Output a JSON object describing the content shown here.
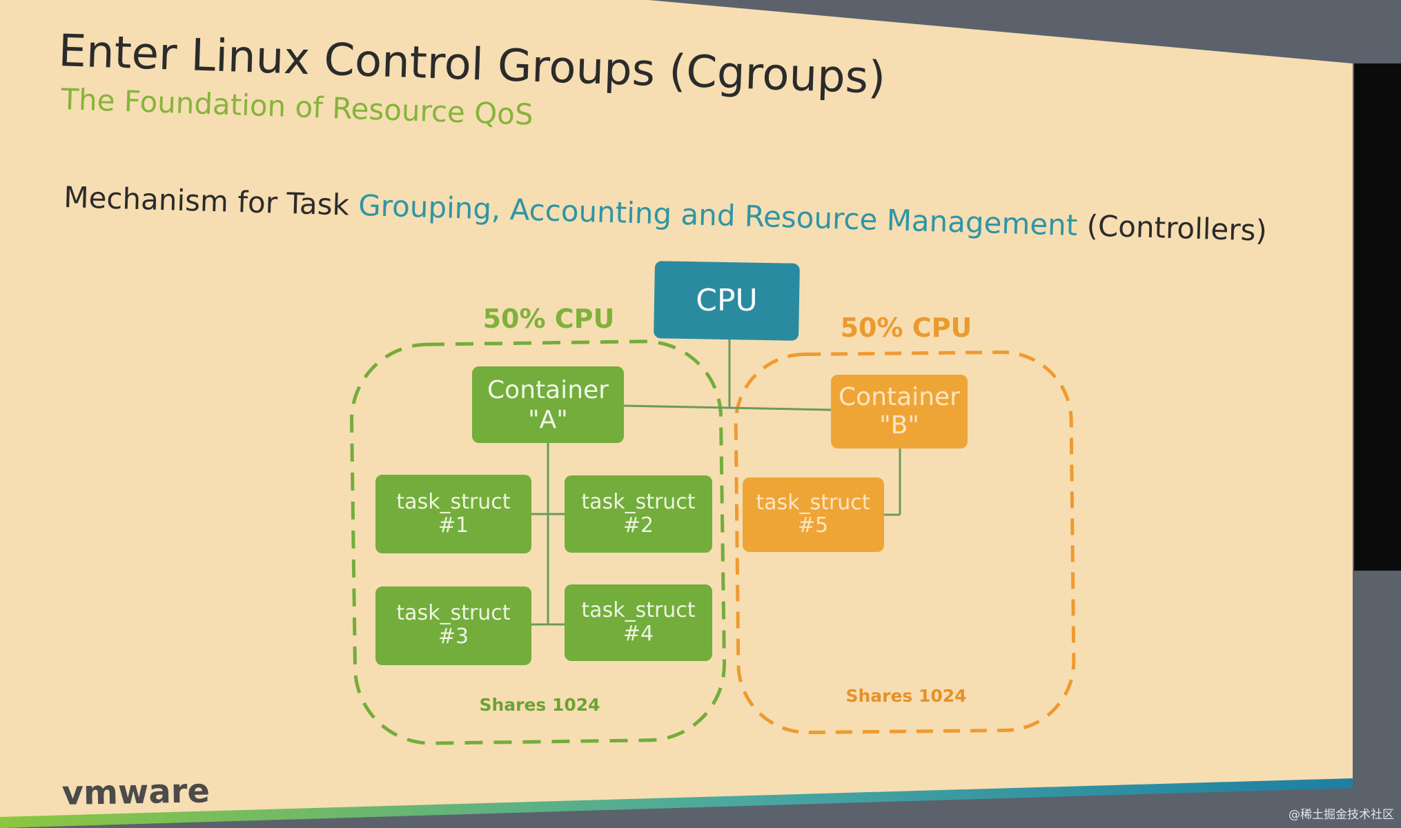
{
  "slide": {
    "title": "Enter Linux Control Groups (Cgroups)",
    "subtitle": "The Foundation of Resource QoS",
    "mechanism": {
      "prefix": "Mechanism for Task ",
      "highlight": "Grouping, Accounting and Resource Management",
      "suffix": " (Controllers)"
    },
    "logo": "vmware"
  },
  "diagram": {
    "cpu_label": "CPU",
    "group_a": {
      "cpu_share": "50% CPU",
      "container_line1": "Container",
      "container_line2": "\"A\"",
      "shares": "Shares 1024",
      "tasks": [
        {
          "line1": "task_struct",
          "line2": "#1"
        },
        {
          "line1": "task_struct",
          "line2": "#2"
        },
        {
          "line1": "task_struct",
          "line2": "#3"
        },
        {
          "line1": "task_struct",
          "line2": "#4"
        }
      ]
    },
    "group_b": {
      "cpu_share": "50% CPU",
      "container_line1": "Container",
      "container_line2": "\"B\"",
      "shares": "Shares 1024",
      "tasks": [
        {
          "line1": "task_struct",
          "line2": "#5"
        }
      ]
    }
  },
  "watermark": "@稀土掘金技术社区",
  "colors": {
    "slide_bg": "#f6deb2",
    "green": "#73ad3c",
    "orange": "#efa536",
    "cpu_teal": "#2a8ba0",
    "highlight_teal": "#2e95a6",
    "subtitle_green": "#86b43a"
  }
}
